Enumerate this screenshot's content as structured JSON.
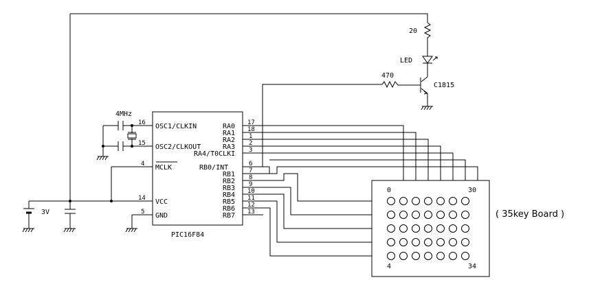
{
  "components": {
    "battery": "3V",
    "crystal": "4MHz",
    "resistor_led": "20",
    "led": "LED",
    "resistor_base": "470",
    "transistor": "C1815",
    "chip": "PIC16F84",
    "keyboard_note": "( 35key Board )"
  },
  "chip_left_pins": [
    {
      "num": "16",
      "name": "OSC1/CLKIN"
    },
    {
      "num": "15",
      "name": "OSC2/CLKOUT"
    },
    {
      "num": "4",
      "name": "MCLK"
    },
    {
      "num": "14",
      "name": "VCC"
    },
    {
      "num": "5",
      "name": "GND"
    }
  ],
  "chip_right_pins": [
    {
      "num": "17",
      "name": "RA0"
    },
    {
      "num": "18",
      "name": "RA1"
    },
    {
      "num": "1",
      "name": "RA2"
    },
    {
      "num": "2",
      "name": "RA3"
    },
    {
      "num": "3",
      "name": "RA4/T0CLKI"
    },
    {
      "num": "6",
      "name": "RB0/INT"
    },
    {
      "num": "7",
      "name": "RB1"
    },
    {
      "num": "8",
      "name": "RB2"
    },
    {
      "num": "9",
      "name": "RB3"
    },
    {
      "num": "10",
      "name": "RB4"
    },
    {
      "num": "11",
      "name": "RB5"
    },
    {
      "num": "12",
      "name": "RB6"
    },
    {
      "num": "13",
      "name": "RB7"
    }
  ],
  "keyboard": {
    "columns": 7,
    "rows": 5,
    "label_top_left": "0",
    "label_top_right": "30",
    "label_bottom_left": "4",
    "label_bottom_right": "34"
  }
}
